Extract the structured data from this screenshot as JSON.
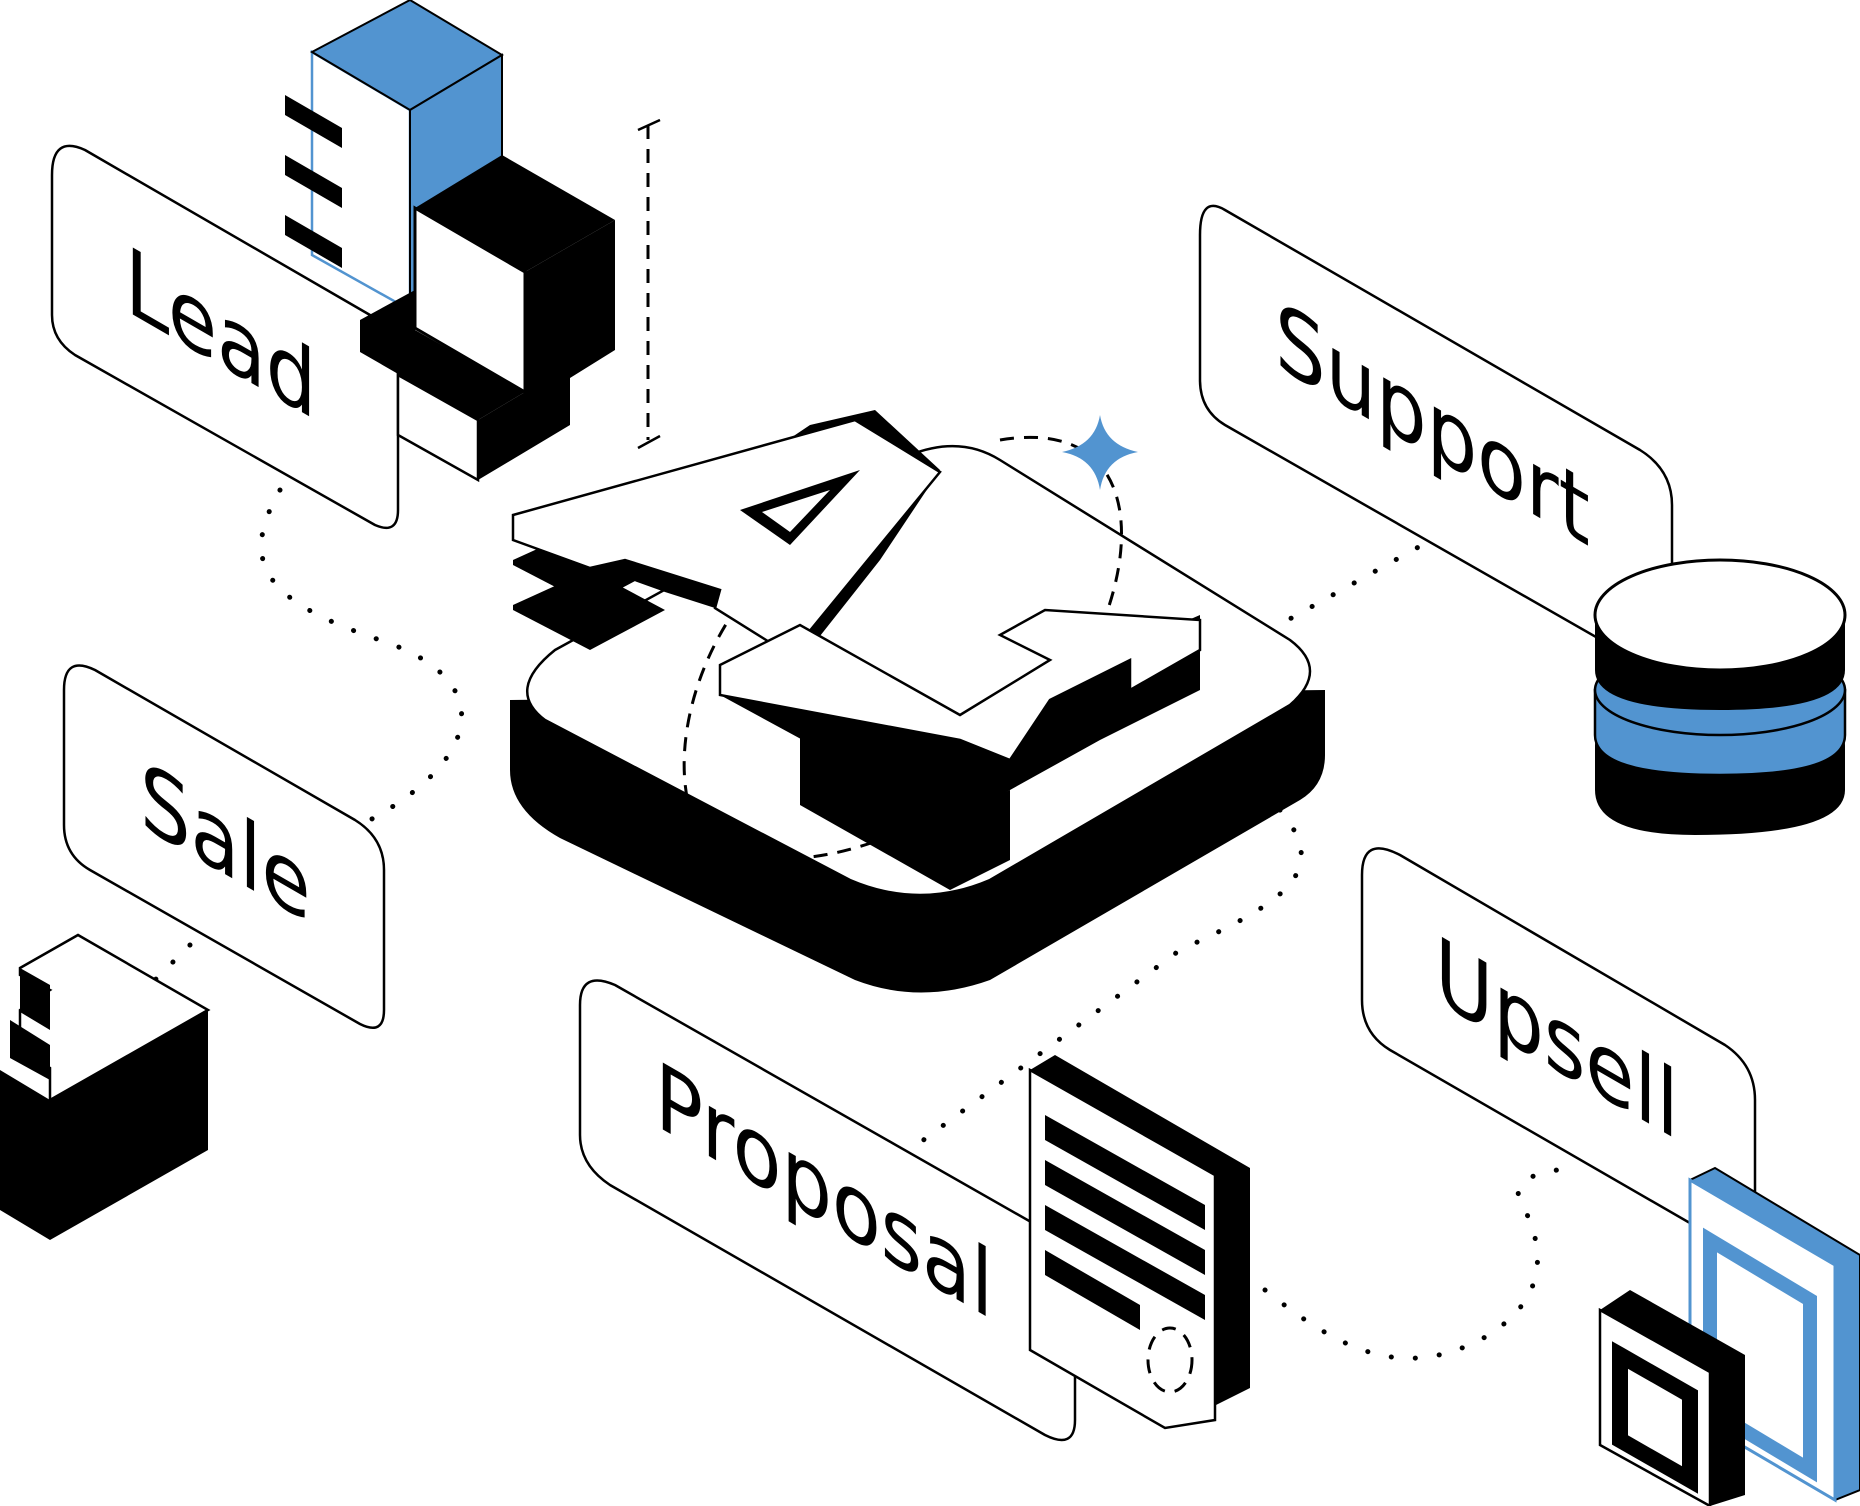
{
  "diagram": {
    "center_label": "AI",
    "stages": {
      "lead": "Lead",
      "sale": "Sale",
      "proposal": "Proposal",
      "support": "Support",
      "upsell": "Upsell"
    }
  },
  "colors": {
    "accent_blue": "#5294d0",
    "ink": "#000000",
    "background": "#ffffff"
  }
}
